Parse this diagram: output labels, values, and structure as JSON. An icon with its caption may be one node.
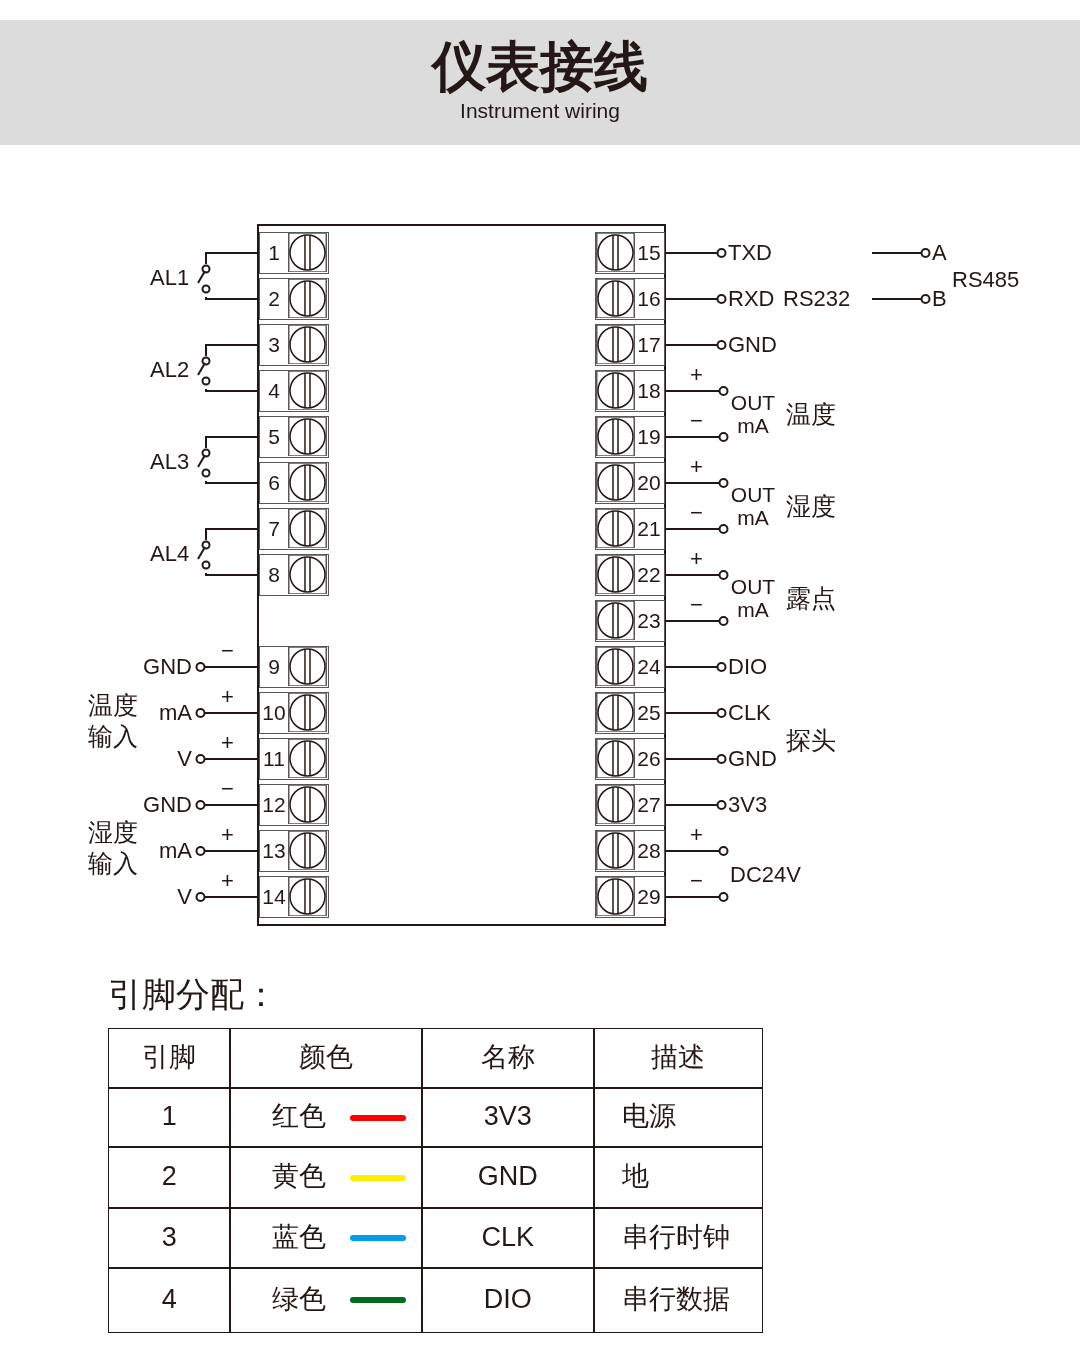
{
  "diagram": {
    "title": "仪表接线",
    "nodes": [
      {
        "text": [],
        "shape": "box"
      },
      {
        "text": [
          "1"
        ],
        "in": 0
      },
      {
        "text": [
          "2"
        ],
        "in": 0
      },
      {
        "text": [
          "3"
        ],
        "in": 0
      },
      {
        "text": [
          "4"
        ],
        "in": 0
      },
      {
        "text": [
          "5"
        ],
        "in": 0
      },
      {
        "text": [
          "6"
        ],
        "in": 0
      },
      {
        "text": [
          "7"
        ],
        "in": 0
      },
      {
        "text": [
          "8"
        ],
        "in": 0
      },
      {
        "text": [
          "9"
        ],
        "in": 0
      },
      {
        "text": [
          "10"
        ],
        "in": 0
      },
      {
        "text": [
          "11"
        ],
        "in": 0
      },
      {
        "text": [
          "12"
        ],
        "in": 0
      },
      {
        "text": [
          "13"
        ],
        "in": 0
      },
      {
        "text": [
          "14"
        ],
        "in": 0
      },
      {
        "text": [
          "15"
        ],
        "in": 0
      },
      {
        "text": [
          "16"
        ],
        "in": 0
      },
      {
        "text": [
          "17"
        ],
        "in": 0
      },
      {
        "text": [
          "18"
        ],
        "in": 0
      },
      {
        "text": [
          "19"
        ],
        "in": 0
      },
      {
        "text": [
          "20"
        ],
        "in": 0
      },
      {
        "text": [
          "21"
        ],
        "in": 0
      },
      {
        "text": [
          "22"
        ],
        "in": 0
      },
      {
        "text": [
          "23"
        ],
        "in": 0
      },
      {
        "text": [
          "24"
        ],
        "in": 0
      },
      {
        "text": [
          "25"
        ],
        "in": 0
      },
      {
        "text": [
          "26"
        ],
        "in": 0
      },
      {
        "text": [
          "27"
        ],
        "in": 0
      },
      {
        "text": [
          "28"
        ],
        "in": 0
      },
      {
        "text": [
          "29"
        ],
        "in": 0
      },
      {
        "text": [
          "AL1"
        ]
      },
      {
        "text": [
          "AL2"
        ]
      },
      {
        "text": [
          "AL3"
        ]
      },
      {
        "text": [
          "AL4"
        ]
      },
      {
        "text": [
          "GND"
        ]
      },
      {
        "text": [
          "mA"
        ]
      },
      {
        "text": [
          "V"
        ]
      },
      {
        "text": [
          "GND"
        ]
      },
      {
        "text": [
          "mA"
        ]
      },
      {
        "text": [
          "V"
        ]
      },
      {
        "text": [
          "TXD"
        ]
      },
      {
        "text": [
          "RXD"
        ]
      },
      {
        "text": [
          "GND"
        ]
      },
      {
        "text": [
          "DIO"
        ]
      },
      {
        "text": [
          "CLK"
        ]
      },
      {
        "text": [
          "GND"
        ]
      },
      {
        "text": [
          "3V3"
        ]
      },
      {
        "text": [
          "A"
        ]
      },
      {
        "text": [
          "B"
        ]
      },
      {
        "text": [
          "OUT mA"
        ]
      },
      {
        "text": [
          "OUT mA"
        ]
      },
      {
        "text": [
          "OUT mA"
        ]
      },
      {
        "text": [
          "DC24V"
        ]
      }
    ],
    "edges": [
      {
        "from": 1,
        "to": 30,
        "arrow": "none"
      },
      {
        "from": 30,
        "to": 2,
        "arrow": "none"
      },
      {
        "from": 3,
        "to": 31,
        "arrow": "none"
      },
      {
        "from": 31,
        "to": 4,
        "arrow": "none"
      },
      {
        "from": 5,
        "to": 32,
        "arrow": "none"
      },
      {
        "from": 32,
        "to": 6,
        "arrow": "none"
      },
      {
        "from": 7,
        "to": 33,
        "arrow": "none"
      },
      {
        "from": 33,
        "to": 8,
        "arrow": "none"
      },
      {
        "from": 34,
        "to": 9,
        "arrow": "other",
        "label": "−"
      },
      {
        "from": 35,
        "to": 10,
        "arrow": "other",
        "label": "+"
      },
      {
        "from": 36,
        "to": 11,
        "arrow": "other",
        "label": "+"
      },
      {
        "from": 37,
        "to": 12,
        "arrow": "other",
        "label": "−"
      },
      {
        "from": 38,
        "to": 13,
        "arrow": "other",
        "label": "+"
      },
      {
        "from": 39,
        "to": 14,
        "arrow": "other",
        "label": "+"
      },
      {
        "from": 15,
        "to": 40,
        "arrow": "other"
      },
      {
        "from": 16,
        "to": 41,
        "arrow": "other"
      },
      {
        "from": 17,
        "to": 42,
        "arrow": "other"
      },
      {
        "from": 18,
        "to": 49,
        "arrow": "other",
        "label": "+"
      },
      {
        "from": 19,
        "to": 49,
        "arrow": "other",
        "label": "−"
      },
      {
        "from": 20,
        "to": 50,
        "arrow": "other",
        "label": "+"
      },
      {
        "from": 21,
        "to": 50,
        "arrow": "other",
        "label": "−"
      },
      {
        "from": 22,
        "to": 51,
        "arrow": "other",
        "label": "+"
      },
      {
        "from": 23,
        "to": 51,
        "arrow": "other",
        "label": "−"
      },
      {
        "from": 24,
        "to": 43,
        "arrow": "other"
      },
      {
        "from": 25,
        "to": 44,
        "arrow": "other"
      },
      {
        "from": 26,
        "to": 45,
        "arrow": "other"
      },
      {
        "from": 27,
        "to": 46,
        "arrow": "other"
      },
      {
        "from": 28,
        "to": 52,
        "arrow": "other",
        "label": "+"
      },
      {
        "from": 29,
        "to": 52,
        "arrow": "other",
        "label": "−"
      },
      {
        "from": null,
        "to": 47,
        "arrow": "other"
      },
      {
        "from": null,
        "to": 48,
        "arrow": "other"
      }
    ],
    "labels": [
      "Instrument wiring",
      "RS232",
      "RS485",
      "温度",
      "湿度",
      "露点",
      "温度输入",
      "湿度输入",
      "探头",
      "引脚分配：",
      "引脚",
      "颜色",
      "名称",
      "描述",
      "1",
      "3V3",
      "电源",
      "2",
      "GND",
      "地",
      "3",
      "CLK",
      "串行时钟",
      "4",
      "DIO",
      "串行数据"
    ],
    "legend": [
      {
        "text": "红色",
        "color": "#ff0000"
      },
      {
        "text": "黄色",
        "color": "#ffee00"
      },
      {
        "text": "蓝色",
        "color": "#00a0e9"
      },
      {
        "text": "绿色",
        "color": "#006a1f"
      }
    ]
  }
}
